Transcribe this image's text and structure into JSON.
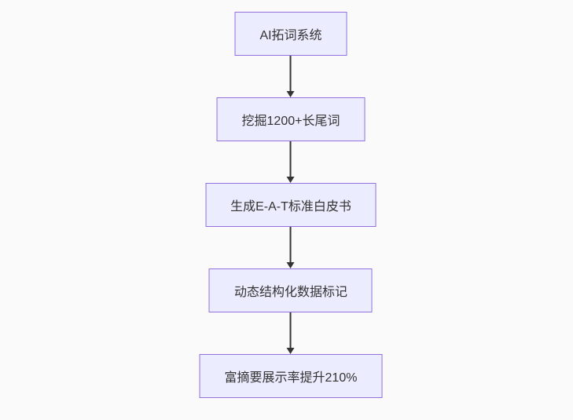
{
  "page": {
    "background_color": "#fafafa"
  },
  "flowchart": {
    "type": "flowchart-top-down",
    "style": {
      "node_fill": "#ECECFF",
      "node_border": "#9370DB",
      "edge_color": "#333333",
      "text_color": "#333333"
    },
    "nodes": [
      {
        "id": "n1",
        "label": "AI拓词系统"
      },
      {
        "id": "n2",
        "label": "挖掘1200+长尾词"
      },
      {
        "id": "n3",
        "label": "生成E-A-T标准白皮书"
      },
      {
        "id": "n4",
        "label": "动态结构化数据标记"
      },
      {
        "id": "n5",
        "label": "富摘要展示率提升210%"
      }
    ],
    "edges": [
      {
        "from": "n1",
        "to": "n2"
      },
      {
        "from": "n2",
        "to": "n3"
      },
      {
        "from": "n3",
        "to": "n4"
      },
      {
        "from": "n4",
        "to": "n5"
      }
    ]
  }
}
